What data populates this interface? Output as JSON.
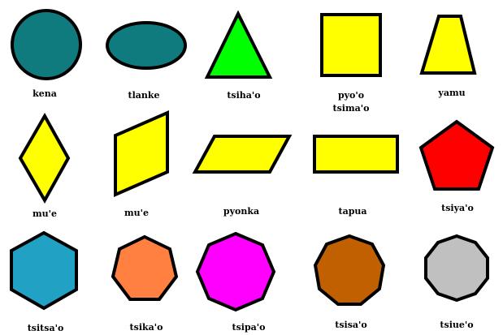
{
  "shapes": [
    {
      "name": "kena",
      "color": "#0f7b7f",
      "icon": "circle-icon"
    },
    {
      "name": "tlanke",
      "color": "#0f7b7f",
      "icon": "ellipse-icon"
    },
    {
      "name": "tsiha'o",
      "color": "#00ff00",
      "icon": "triangle-icon"
    },
    {
      "name": "pyo'o",
      "name2": "tsima'o",
      "color": "#ffff00",
      "icon": "square-icon"
    },
    {
      "name": "yamu",
      "color": "#ffff00",
      "icon": "trapezoid-icon"
    },
    {
      "name": "mu'e",
      "color": "#ffff00",
      "icon": "rhombus-icon"
    },
    {
      "name": "mu'e",
      "color": "#ffff00",
      "icon": "slanted-parallelogram-icon"
    },
    {
      "name": "pyonka",
      "color": "#ffff00",
      "icon": "parallelogram-icon"
    },
    {
      "name": "tapua",
      "color": "#ffff00",
      "icon": "rectangle-icon"
    },
    {
      "name": "tsiya'o",
      "color": "#ff0000",
      "icon": "pentagon-icon"
    },
    {
      "name": "tsitsa'o",
      "color": "#21a1c4",
      "icon": "hexagon-icon"
    },
    {
      "name": "tsika'o",
      "color": "#ff8040",
      "icon": "heptagon-icon"
    },
    {
      "name": "tsipa'o",
      "color": "#ff00ff",
      "icon": "octagon-icon"
    },
    {
      "name": "tsisa'o",
      "color": "#c06000",
      "icon": "nonagon-icon"
    },
    {
      "name": "tsiue'o",
      "color": "#c0c0c0",
      "icon": "decagon-icon"
    }
  ]
}
